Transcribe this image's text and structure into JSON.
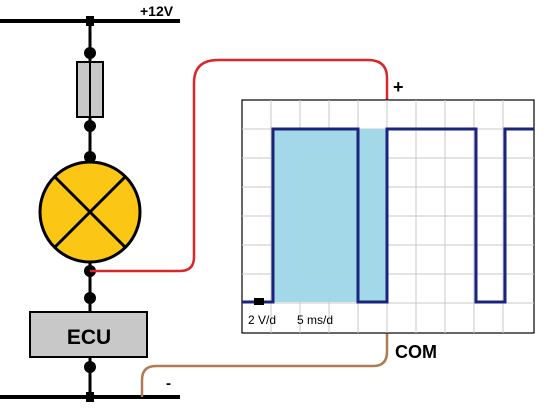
{
  "supply": {
    "label": "+12V"
  },
  "ecu": {
    "label": "ECU"
  },
  "probes": {
    "positive": "+",
    "negative": "-",
    "common": "COM"
  },
  "scope": {
    "volts_per_div": "2 V/d",
    "time_per_div": "5 ms/d"
  },
  "colors": {
    "wire": "#000000",
    "probe_positive": "#d9262b",
    "probe_common": "#b07a52",
    "lamp_fill": "#fcc614",
    "ecu_fill": "#c8c8c8",
    "trace": "#1a237e",
    "highlight": "#a3d8e8",
    "grid": "#c8c8c8"
  },
  "icons": {
    "fuse": "fuse-icon",
    "lamp": "lamp-icon",
    "ecu": "ecu-module-icon"
  }
}
